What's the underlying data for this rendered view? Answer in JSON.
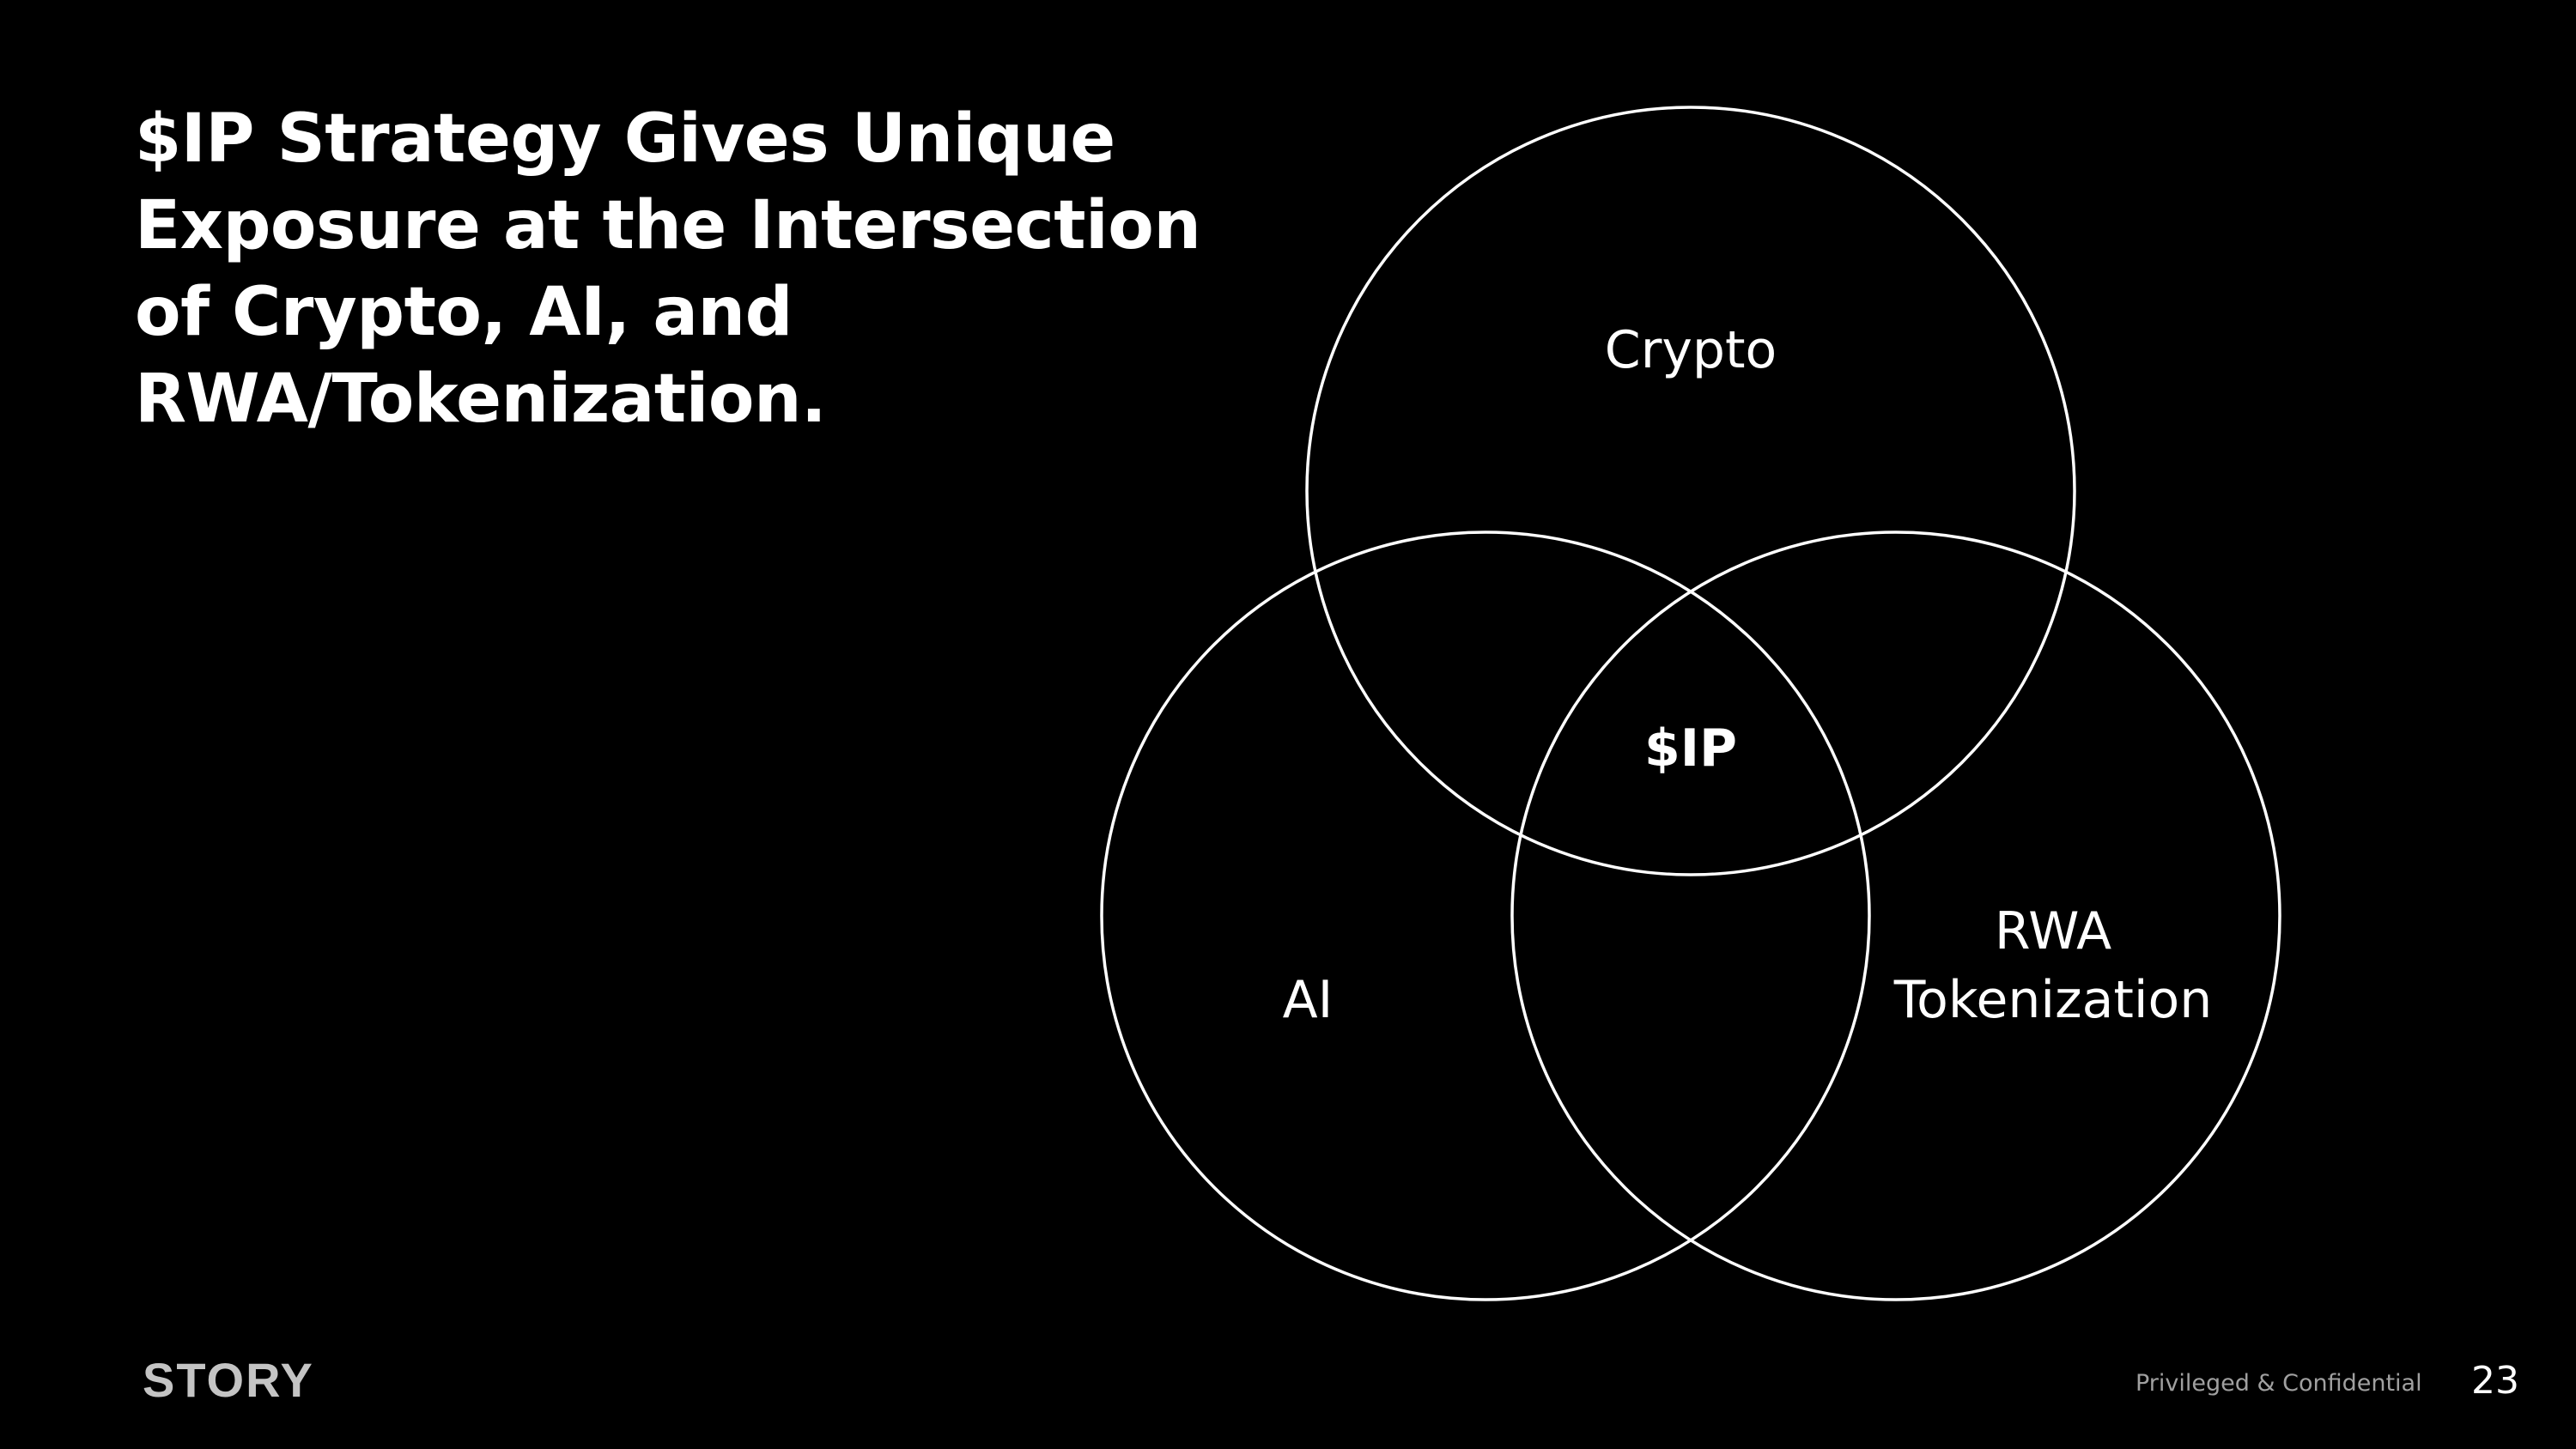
{
  "slide": {
    "title": "$IP Strategy Gives Unique Exposure at the Intersection of Crypto, AI, and RWA/Tokenization.",
    "diagram": {
      "circles": [
        {
          "label": "Crypto"
        },
        {
          "label": "AI"
        },
        {
          "label_line1": "RWA",
          "label_line2": "Tokenization"
        }
      ],
      "center_label": "$IP"
    },
    "footer": {
      "logo": "STORY",
      "confidentiality": "Privileged & Confidential",
      "page_number": "23"
    }
  },
  "colors": {
    "background": "#000000",
    "stroke": "#ffffff",
    "logo": "#c4c4c4"
  }
}
